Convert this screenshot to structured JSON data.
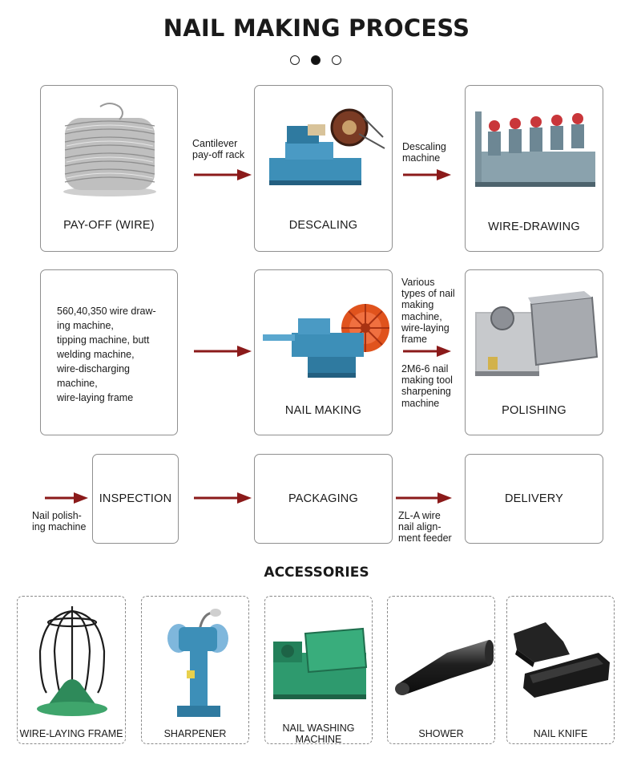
{
  "title": "NAIL MAKING PROCESS",
  "carousel": {
    "dots": 3,
    "active_index": 1
  },
  "steps": {
    "payoff": "PAY-OFF (WIRE)",
    "descaling": "DESCALING",
    "wire_drawing": "WIRE-DRAWING",
    "nail_making": "NAIL MAKING",
    "polishing": "POLISHING",
    "inspection": "INSPECTION",
    "packaging": "PACKAGING",
    "delivery": "DELIVERY"
  },
  "notes": {
    "cantilever": [
      "Cantilever",
      "pay-off rack"
    ],
    "descaling_machine": [
      "Descaling",
      "machine"
    ],
    "machines_list": [
      "560,40,350 wire draw-",
      "ing machine,",
      "tipping machine, butt",
      "welding machine,",
      "wire-discharging",
      "machine,",
      "wire-laying frame"
    ],
    "various": [
      "Various",
      "types of nail",
      "making",
      "machine,",
      "wire-laying",
      "frame"
    ],
    "sharpening": [
      "2M6-6 nail",
      "making tool",
      "sharpening",
      "machine"
    ],
    "polish": [
      "Nail polish-",
      "ing machine"
    ],
    "feeder": [
      "ZL-A wire",
      "nail align-",
      "ment feeder"
    ]
  },
  "accessories_title": "ACCESSORIES",
  "accessories": [
    {
      "label": "WIRE-LAYING FRAME"
    },
    {
      "label": "SHARPENER"
    },
    {
      "label_lines": [
        "NAIL WASHING",
        "MACHINE"
      ]
    },
    {
      "label": "SHOWER"
    },
    {
      "label": "NAIL KNIFE"
    }
  ],
  "colors": {
    "arrow": "#8b1a1a",
    "machine_blue": "#3d8fb8",
    "machine_green": "#2e9a6e",
    "accent_orange": "#e0531d"
  }
}
